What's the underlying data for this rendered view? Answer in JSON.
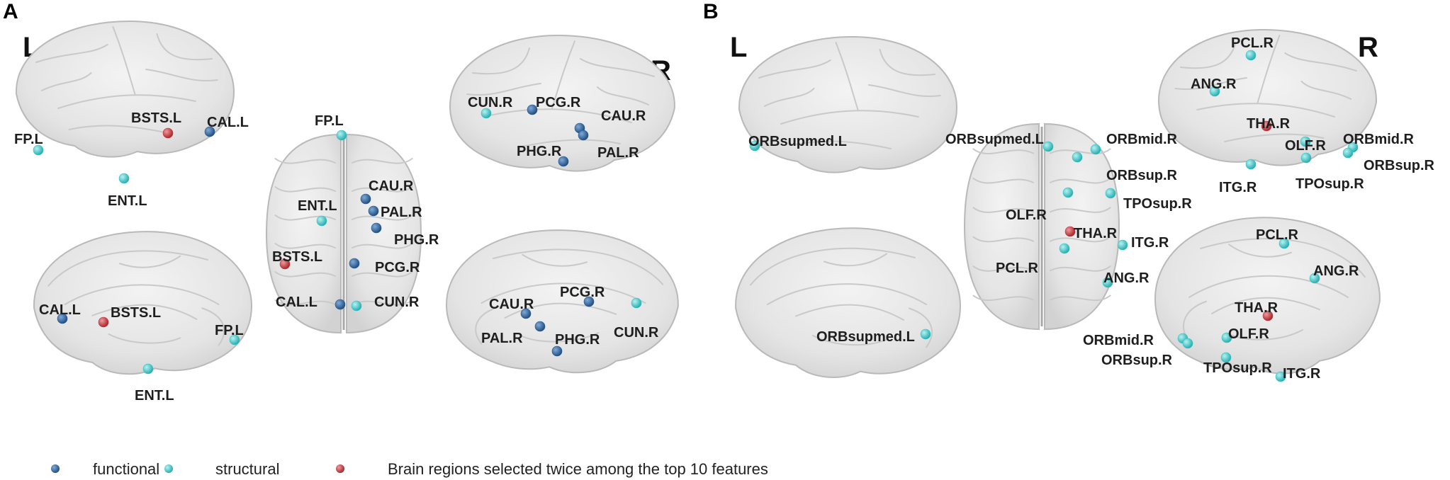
{
  "panels": [
    {
      "letter": "A",
      "left_label": "L",
      "right_label": "R"
    },
    {
      "letter": "B",
      "left_label": "L",
      "right_label": "R"
    }
  ],
  "colors": {
    "functional": "#24578f",
    "structural": "#2fc7c7",
    "twice": "#c8353a"
  },
  "regions": {
    "A": [
      {
        "label": "FP.L",
        "type": "structural",
        "view": "left-lateral"
      },
      {
        "label": "BSTS.L",
        "type": "twice",
        "view": "left-lateral"
      },
      {
        "label": "CAL.L",
        "type": "functional",
        "view": "left-lateral"
      },
      {
        "label": "ENT.L",
        "type": "structural",
        "view": "left-lateral"
      },
      {
        "label": "CAL.L",
        "type": "functional",
        "view": "left-medial"
      },
      {
        "label": "BSTS.L",
        "type": "twice",
        "view": "left-medial"
      },
      {
        "label": "FP.L",
        "type": "structural",
        "view": "left-medial"
      },
      {
        "label": "ENT.L",
        "type": "structural",
        "view": "left-medial"
      },
      {
        "label": "FP.L",
        "type": "structural",
        "view": "dorsal"
      },
      {
        "label": "CAU.R",
        "type": "functional",
        "view": "dorsal"
      },
      {
        "label": "ENT.L",
        "type": "structural",
        "view": "dorsal"
      },
      {
        "label": "PAL.R",
        "type": "functional",
        "view": "dorsal"
      },
      {
        "label": "PHG.R",
        "type": "functional",
        "view": "dorsal"
      },
      {
        "label": "BSTS.L",
        "type": "twice",
        "view": "dorsal"
      },
      {
        "label": "PCG.R",
        "type": "functional",
        "view": "dorsal"
      },
      {
        "label": "CAL.L",
        "type": "functional",
        "view": "dorsal"
      },
      {
        "label": "CUN.R",
        "type": "structural",
        "view": "dorsal"
      },
      {
        "label": "CUN.R",
        "type": "structural",
        "view": "right-lateral"
      },
      {
        "label": "PCG.R",
        "type": "functional",
        "view": "right-lateral"
      },
      {
        "label": "CAU.R",
        "type": "functional",
        "view": "right-lateral"
      },
      {
        "label": "PAL.R",
        "type": "functional",
        "view": "right-lateral"
      },
      {
        "label": "PHG.R",
        "type": "functional",
        "view": "right-lateral"
      },
      {
        "label": "PCG.R",
        "type": "functional",
        "view": "right-medial"
      },
      {
        "label": "CAU.R",
        "type": "functional",
        "view": "right-medial"
      },
      {
        "label": "CUN.R",
        "type": "structural",
        "view": "right-medial"
      },
      {
        "label": "PAL.R",
        "type": "functional",
        "view": "right-medial"
      },
      {
        "label": "PHG.R",
        "type": "functional",
        "view": "right-medial"
      }
    ],
    "B": [
      {
        "label": "ORBsupmed.L",
        "type": "structural",
        "view": "left-lateral"
      },
      {
        "label": "ORBsupmed.L",
        "type": "structural",
        "view": "left-medial"
      },
      {
        "label": "ORBsupmed.L",
        "type": "structural",
        "view": "dorsal"
      },
      {
        "label": "ORBmid.R",
        "type": "structural",
        "view": "dorsal"
      },
      {
        "label": "ORBsup.R",
        "type": "structural",
        "view": "dorsal"
      },
      {
        "label": "TPOsup.R",
        "type": "structural",
        "view": "dorsal"
      },
      {
        "label": "OLF.R",
        "type": "structural",
        "view": "dorsal"
      },
      {
        "label": "THA.R",
        "type": "twice",
        "view": "dorsal"
      },
      {
        "label": "ITG.R",
        "type": "structural",
        "view": "dorsal"
      },
      {
        "label": "PCL.R",
        "type": "structural",
        "view": "dorsal"
      },
      {
        "label": "ANG.R",
        "type": "structural",
        "view": "dorsal"
      },
      {
        "label": "PCL.R",
        "type": "structural",
        "view": "right-lateral"
      },
      {
        "label": "ANG.R",
        "type": "structural",
        "view": "right-lateral"
      },
      {
        "label": "THA.R",
        "type": "twice",
        "view": "right-lateral"
      },
      {
        "label": "OLF.R",
        "type": "structural",
        "view": "right-lateral"
      },
      {
        "label": "ORBmid.R",
        "type": "structural",
        "view": "right-lateral"
      },
      {
        "label": "ORBsup.R",
        "type": "structural",
        "view": "right-lateral"
      },
      {
        "label": "ITG.R",
        "type": "structural",
        "view": "right-lateral"
      },
      {
        "label": "TPOsup.R",
        "type": "structural",
        "view": "right-lateral"
      },
      {
        "label": "PCL.R",
        "type": "structural",
        "view": "right-medial"
      },
      {
        "label": "ANG.R",
        "type": "structural",
        "view": "right-medial"
      },
      {
        "label": "THA.R",
        "type": "twice",
        "view": "right-medial"
      },
      {
        "label": "OLF.R",
        "type": "structural",
        "view": "right-medial"
      },
      {
        "label": "ORBmid.R",
        "type": "structural",
        "view": "right-medial"
      },
      {
        "label": "ORBsup.R",
        "type": "structural",
        "view": "right-medial"
      },
      {
        "label": "TPOsup.R",
        "type": "structural",
        "view": "right-medial"
      },
      {
        "label": "ITG.R",
        "type": "structural",
        "view": "right-medial"
      }
    ]
  },
  "legend": [
    {
      "type": "functional",
      "label": "functional"
    },
    {
      "type": "structural",
      "label": "structural"
    },
    {
      "type": "twice",
      "label": "Brain regions selected twice among the top 10 features"
    }
  ]
}
